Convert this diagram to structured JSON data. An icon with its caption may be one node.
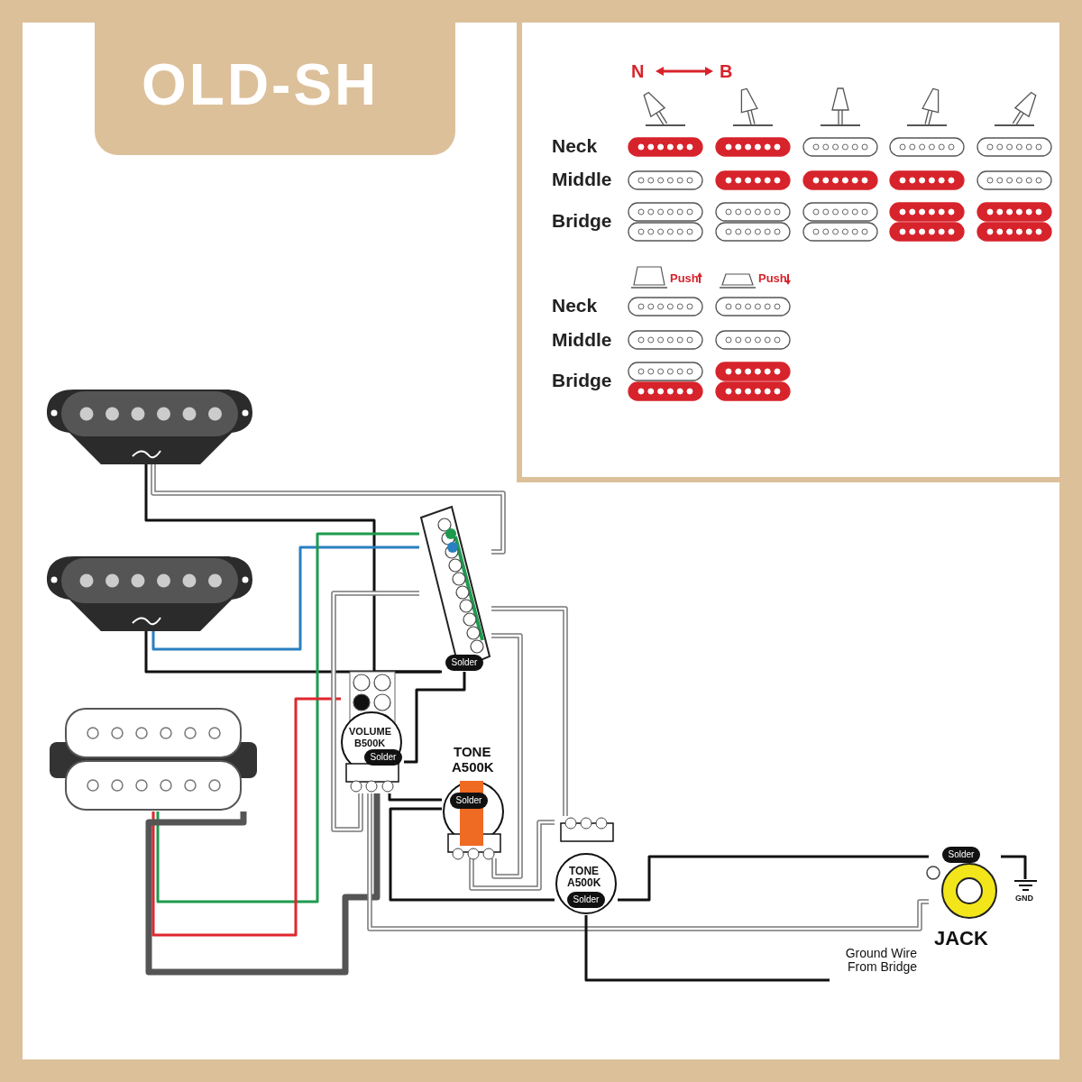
{
  "diagram": {
    "title": "OLD-SH",
    "nodes": [
      {
        "text": [],
        "shape": "picture"
      },
      {
        "text": [],
        "shape": "picture"
      },
      {
        "text": [],
        "shape": "picture"
      },
      {
        "text": [],
        "shape": "picture"
      },
      {
        "text": [
          "VOLUME",
          "B500K"
        ]
      },
      {
        "text": [
          "TONE",
          "A500K"
        ]
      },
      {
        "text": [
          "TONE",
          "A500K"
        ]
      },
      {
        "text": [
          "JACK"
        ]
      },
      {
        "text": [
          "GND"
        ]
      },
      {
        "text": [
          "Ground Wire From Bridge"
        ]
      }
    ],
    "edges": [
      {
        "from": 0,
        "to": 3,
        "arrow": "none"
      },
      {
        "from": 0,
        "to": 3,
        "arrow": "none",
        "color": "#ffffff"
      },
      {
        "from": 1,
        "to": 3,
        "arrow": "none",
        "color": "#2a7fc0"
      },
      {
        "from": 1,
        "to": 3,
        "arrow": "none"
      },
      {
        "from": 2,
        "to": 3,
        "arrow": "none",
        "color": "#1e9a4e"
      },
      {
        "from": 2,
        "to": 4,
        "arrow": "none",
        "color": "#e0262e"
      },
      {
        "from": 2,
        "to": 4,
        "arrow": "none",
        "style": "thick",
        "color": "#555555"
      },
      {
        "from": 3,
        "to": 4,
        "arrow": "none"
      },
      {
        "from": 3,
        "to": 4,
        "arrow": "none",
        "color": "#ffffff"
      },
      {
        "from": 3,
        "to": 6,
        "arrow": "none",
        "color": "#ffffff"
      },
      {
        "from": 3,
        "to": 5,
        "arrow": "none",
        "color": "#ffffff"
      },
      {
        "from": 4,
        "to": 5,
        "arrow": "none"
      },
      {
        "from": 4,
        "to": 7,
        "arrow": "none",
        "color": "#ffffff"
      },
      {
        "from": 5,
        "to": 6,
        "arrow": "none",
        "color": "#ffffff"
      },
      {
        "from": 5,
        "to": 6,
        "arrow": "none"
      },
      {
        "from": 6,
        "to": 7,
        "arrow": "none"
      },
      {
        "from": 7,
        "to": 8,
        "arrow": "none"
      },
      {
        "from": 6,
        "to": 9,
        "arrow": "none"
      }
    ],
    "labels": [
      "N",
      "B",
      "Neck",
      "Middle",
      "Bridge",
      "Push",
      "Push",
      "Neck",
      "Middle",
      "Bridge",
      "Solder",
      "Solder",
      "Solder",
      "Solder",
      "Solder"
    ]
  }
}
